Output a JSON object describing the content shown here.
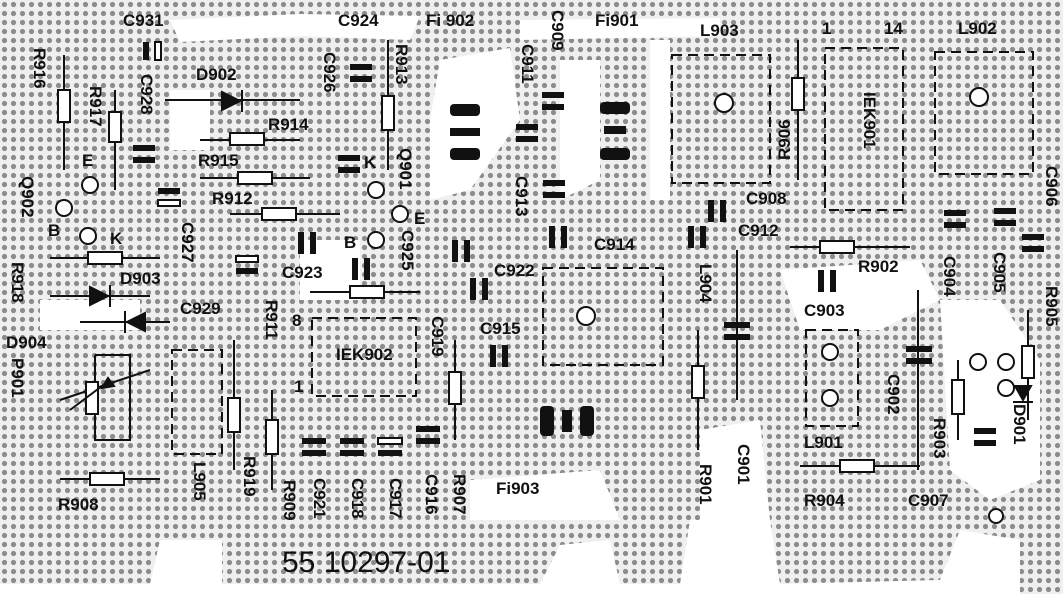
{
  "part_number": "55 10297-01",
  "labels": {
    "C931": "C931",
    "C924": "C924",
    "Fi902": "Fi 902",
    "C909": "C909",
    "Fi901": "Fi901",
    "L903": "L903",
    "pin1": "1",
    "pin14": "14",
    "L902": "L902",
    "R916": "R916",
    "R917": "R917",
    "C928": "C928",
    "D902": "D902",
    "C926": "C926",
    "R913": "R913",
    "C911": "C911",
    "R914": "R914",
    "R915": "R915",
    "E1": "E",
    "K1": "K",
    "Q901": "Q901",
    "R906": "R906",
    "IEK901": "IEK901",
    "C913": "C913",
    "Q902": "Q902",
    "R912": "R912",
    "E2": "E",
    "C908": "C908",
    "C906": "C906",
    "B1": "B",
    "K2": "K",
    "C927": "C927",
    "B2": "B",
    "C925": "C925",
    "C914": "C914",
    "C912": "C912",
    "R918": "R918",
    "D903": "D903",
    "C923": "C923",
    "C922": "C922",
    "L904": "L904",
    "R902": "R902",
    "C904": "C904",
    "C905": "C905",
    "R905": "R905",
    "C929": "C929",
    "R911": "R911",
    "pin8": "8",
    "C903": "C903",
    "D904": "D904",
    "C919": "C919",
    "C915": "C915",
    "IEK902": "IEK902",
    "P901": "P901",
    "pin1b": "1",
    "C902": "C902",
    "R903": "R903",
    "D901": "D901",
    "L901": "L901",
    "R919": "R919",
    "L905": "L905",
    "C921": "C921",
    "C918": "C918",
    "C917": "C917",
    "C916": "C916",
    "R907": "R907",
    "R901": "R901",
    "C901": "C901",
    "R904": "R904",
    "R908": "R908",
    "R909": "R909",
    "Fi903": "Fi903",
    "C907": "C907"
  }
}
